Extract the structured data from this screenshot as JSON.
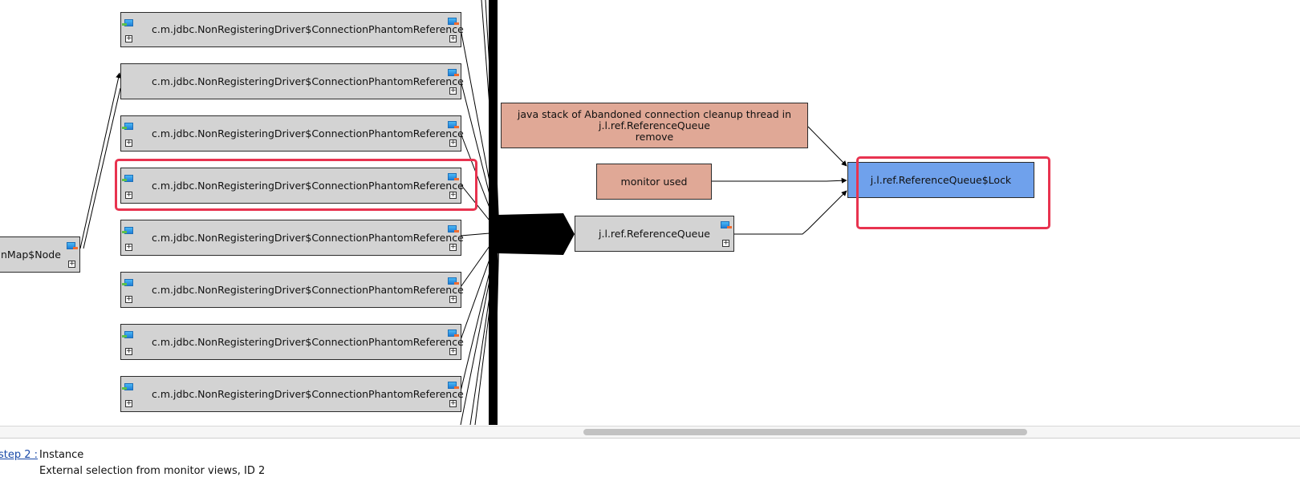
{
  "nodes": {
    "phantom_ref_label": "c.m.jdbc.NonRegisteringDriver$ConnectionPhantomReference",
    "hashmap_node_label": "nMap$Node",
    "java_stack": {
      "line1": "java stack of Abandoned connection cleanup thread in",
      "line2": "j.l.ref.ReferenceQueue",
      "line3": "remove"
    },
    "monitor_used": "monitor used",
    "reference_queue": "j.l.ref.ReferenceQueue",
    "reference_queue_lock": "j.l.ref.ReferenceQueue$Lock"
  },
  "colors": {
    "node_gray": "#d3d3d3",
    "node_orange": "#e0a896",
    "node_blue": "#6fa1ec",
    "highlight": "#e8334f"
  },
  "bottom": {
    "step_link": "step 2 :",
    "step_type": "Instance",
    "step_detail": "External selection from monitor views, ID 2"
  }
}
